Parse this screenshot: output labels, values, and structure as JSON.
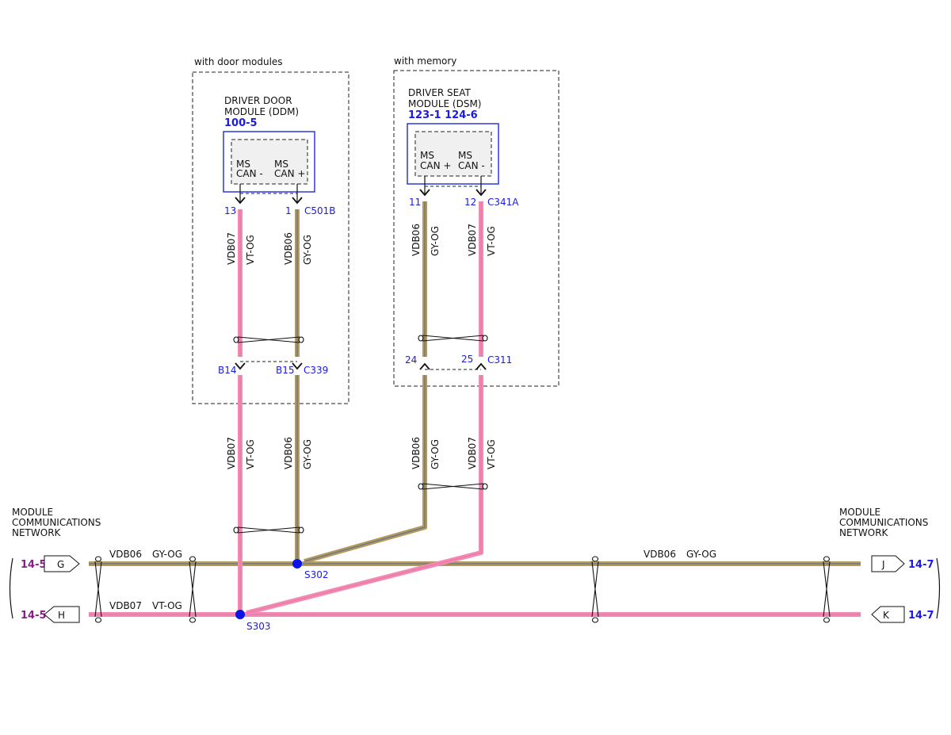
{
  "colors": {
    "gy_og_wire": "#b59a5a",
    "gy_og_core": "#6f7a8a",
    "vt_og_wire": "#f08cb4",
    "vt_og_core": "#ee7aa9",
    "pin_label": "#1a1ae6",
    "splice_dot": "#0a14e6",
    "module_box": "#2a3cd6",
    "page_ref_left": "#8b1a8b",
    "page_ref_right": "#1a1ae6"
  },
  "door_group": {
    "caption": "with door modules",
    "module_line1": "DRIVER DOOR",
    "module_line2": "MODULE (DDM)",
    "module_ref": "100-5",
    "pin_a_line1": "MS",
    "pin_a_line2": "CAN -",
    "pin_b_line1": "MS",
    "pin_b_line2": "CAN +",
    "pin_13": "13",
    "pin_1": "1",
    "connector_top": "C501B",
    "pin_b14": "B14",
    "pin_b15": "B15",
    "connector_bottom": "C339"
  },
  "seat_group": {
    "caption": "with memory",
    "module_line1": "DRIVER SEAT",
    "module_line2": "MODULE (DSM)",
    "module_ref": "123-1 124-6",
    "pin_a_line1": "MS",
    "pin_a_line2": "CAN +",
    "pin_b_line1": "MS",
    "pin_b_line2": "CAN -",
    "pin_11": "11",
    "pin_12": "12",
    "connector_top": "C341A",
    "pin_24": "24",
    "pin_25": "25",
    "connector_bottom": "C311"
  },
  "wires": {
    "vdb06": "VDB06",
    "vdb07": "VDB07",
    "gy_og": "GY-OG",
    "vt_og": "VT-OG"
  },
  "network": {
    "left_line1": "MODULE",
    "left_line2": "COMMUNICATIONS",
    "left_line3": "NETWORK",
    "right_line1": "MODULE",
    "right_line2": "COMMUNICATIONS",
    "right_line3": "NETWORK",
    "left_ref_top": "14-5",
    "left_ref_bottom": "14-5",
    "right_ref_top": "14-7",
    "right_ref_bottom": "14-7",
    "conn_g": "G",
    "conn_h": "H",
    "conn_j": "J",
    "conn_k": "K"
  },
  "splices": {
    "s302": "S302",
    "s303": "S303"
  }
}
